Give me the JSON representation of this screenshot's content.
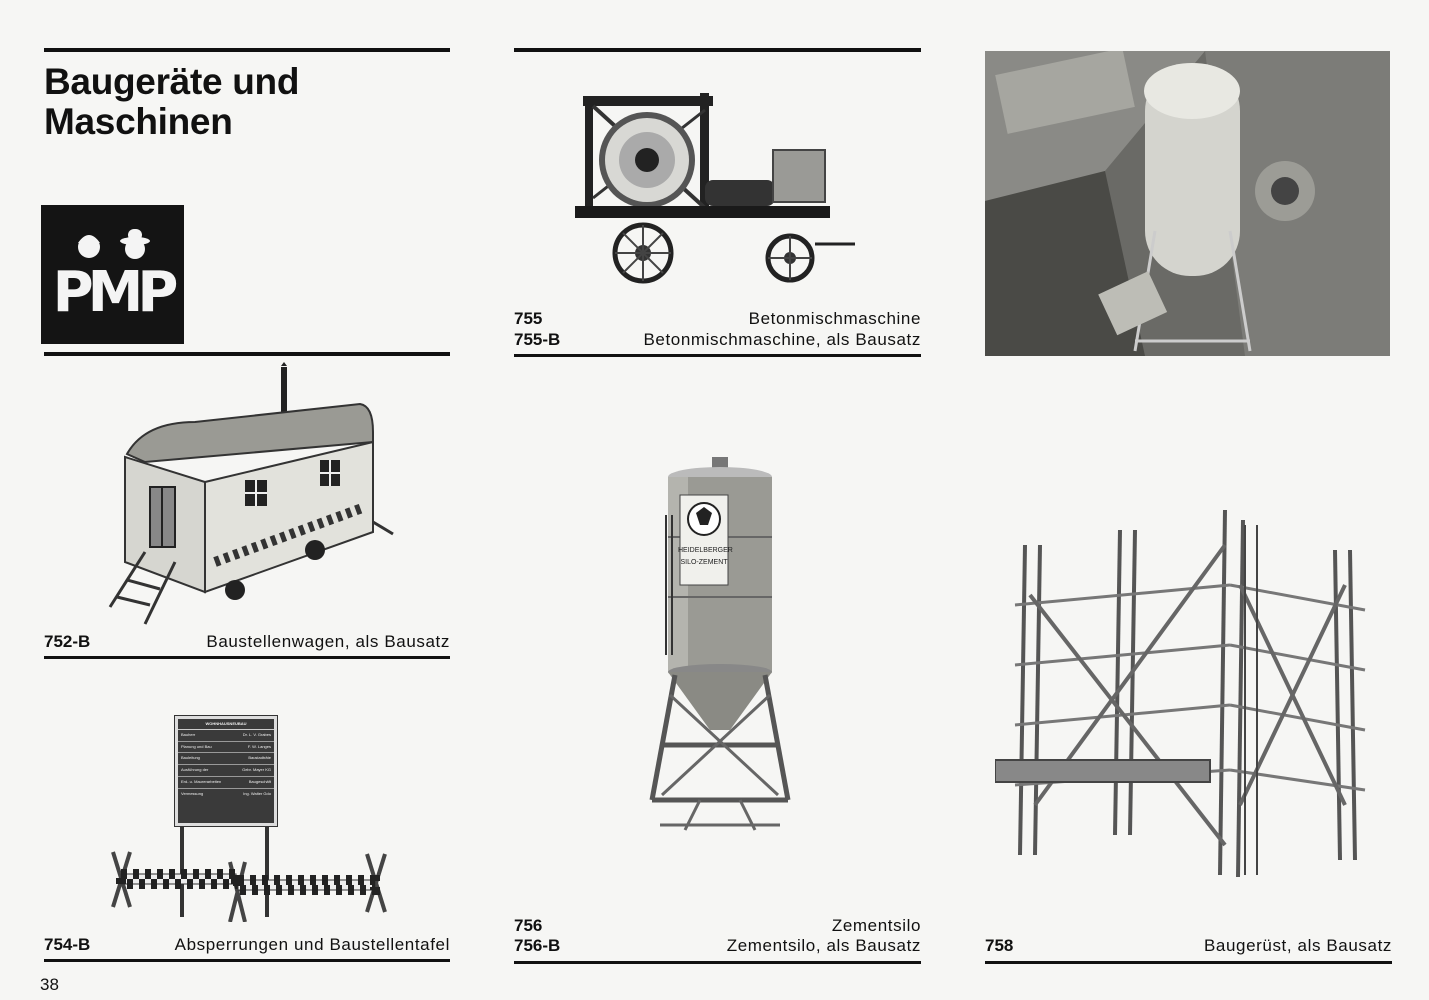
{
  "page": {
    "title_line1": "Baugeräte und",
    "title_line2": "Maschinen",
    "page_number": "38"
  },
  "logo": {
    "text": "PMP"
  },
  "items": [
    {
      "code": "755",
      "label": "Betonmischmaschine"
    },
    {
      "code": "755-B",
      "label": "Betonmischmaschine, als Bausatz"
    },
    {
      "code": "752-B",
      "label": "Baustellenwagen, als Bausatz"
    },
    {
      "code": "754-B",
      "label": "Absperrungen und Baustellentafel"
    },
    {
      "code": "756",
      "label": "Zementsilo"
    },
    {
      "code": "756-B",
      "label": "Zementsilo, als Bausatz"
    },
    {
      "code": "758",
      "label": "Baugerüst, als Bausatz"
    }
  ],
  "silo_sign": {
    "line1": "HEIDELBERGER",
    "line2": "SILO-ZEMENT"
  },
  "site_sign": {
    "heading": "WOHNHAUSNEUBAU",
    "rows": [
      [
        "Bauherr",
        "Dr. L. V. Grabes"
      ],
      [
        "Planung und Bau",
        "F. W. Langes"
      ],
      [
        "Bauleitung",
        "Baustadträte"
      ],
      [
        "Ausführung der",
        "Gebr. Mayer KG"
      ],
      [
        "Erd- u. Maurerarbeiten",
        "Baugeschäft"
      ],
      [
        "Vermessung",
        "Ing. Walter Gdo"
      ]
    ]
  }
}
